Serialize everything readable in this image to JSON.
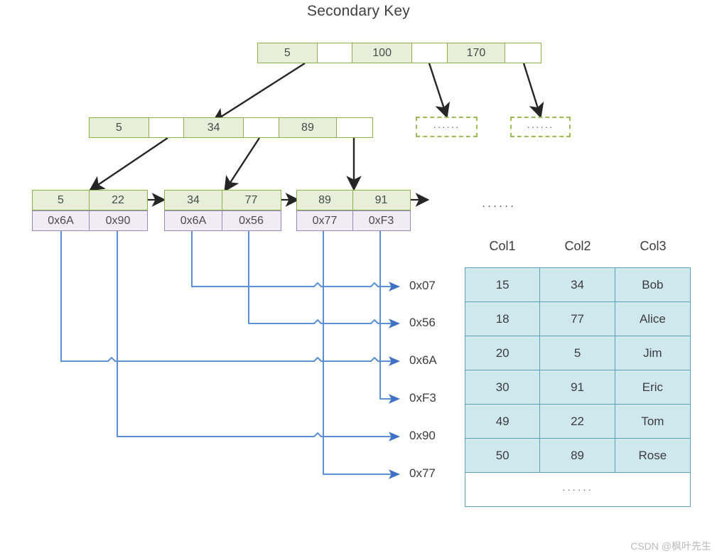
{
  "title": "Secondary Key",
  "colors": {
    "green_border": "#8cb04a",
    "green_fill": "#e9eeda",
    "purple_border": "#9a86b8",
    "purple_fill": "#f0ecf5",
    "table_border": "#5ea3b5",
    "table_fill": "#cfe8ee",
    "pointer_blue": "#5b8fd6",
    "arrow_black": "#262626"
  },
  "tree": {
    "root": {
      "cells": [
        "5",
        "",
        "100",
        "",
        "170",
        ""
      ]
    },
    "internal": {
      "cells": [
        "5",
        "",
        "34",
        "",
        "89",
        ""
      ]
    },
    "placeholder_nodes": [
      {
        "text": "······"
      },
      {
        "text": "······"
      }
    ],
    "leaves": [
      {
        "keys": [
          "5",
          "22"
        ],
        "pointers": [
          "0x6A",
          "0x90"
        ]
      },
      {
        "keys": [
          "34",
          "77"
        ],
        "pointers": [
          "0x6A",
          "0x56"
        ]
      },
      {
        "keys": [
          "89",
          "91"
        ],
        "pointers": [
          "0x77",
          "0xF3"
        ]
      }
    ],
    "leaf_tail_ellipsis": "······"
  },
  "addresses": [
    {
      "label": "0x07"
    },
    {
      "label": "0x56"
    },
    {
      "label": "0x6A"
    },
    {
      "label": "0xF3"
    },
    {
      "label": "0x90"
    },
    {
      "label": "0x77"
    }
  ],
  "data_table": {
    "headers": [
      "Col1",
      "Col2",
      "Col3"
    ],
    "rows": [
      [
        "15",
        "34",
        "Bob"
      ],
      [
        "18",
        "77",
        "Alice"
      ],
      [
        "20",
        "5",
        "Jim"
      ],
      [
        "30",
        "91",
        "Eric"
      ],
      [
        "49",
        "22",
        "Tom"
      ],
      [
        "50",
        "89",
        "Rose"
      ]
    ],
    "footer_ellipsis": "······"
  },
  "watermark": "CSDN @枫叶先生"
}
